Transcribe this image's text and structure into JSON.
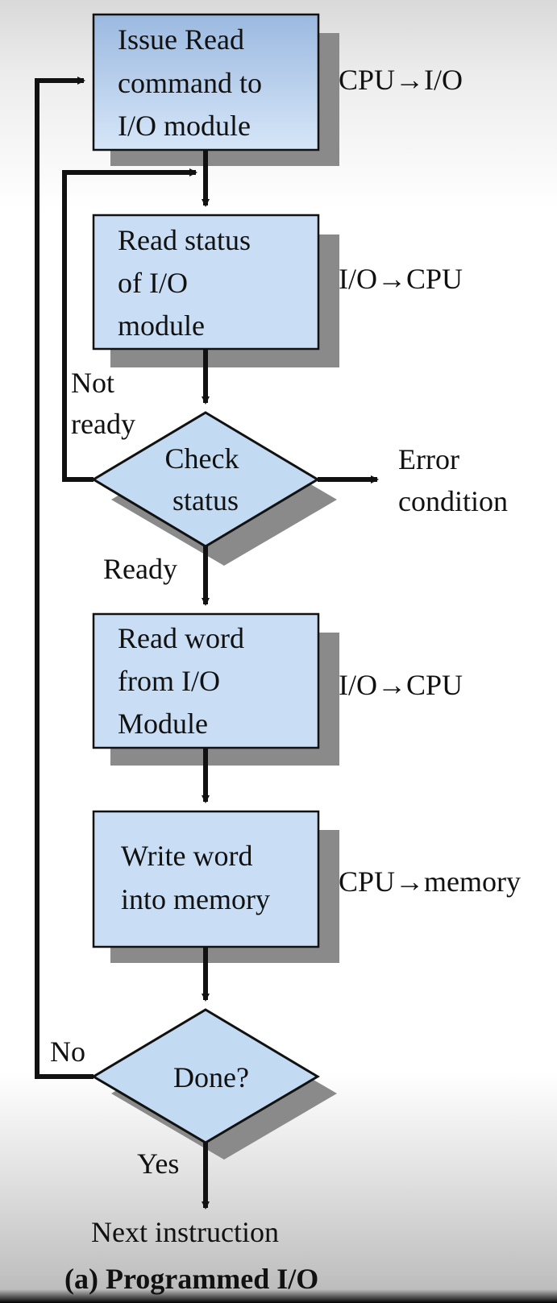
{
  "nodes": {
    "issue_read": {
      "lines": [
        "Issue Read",
        "command to",
        "I/O module"
      ]
    },
    "read_status": {
      "lines": [
        "Read status",
        "of I/O",
        "module"
      ]
    },
    "check_status": {
      "lines": [
        "Check",
        "status"
      ]
    },
    "read_word": {
      "lines": [
        "Read word",
        "from I/O",
        "Module"
      ]
    },
    "write_word": {
      "lines": [
        "Write word",
        "into memory"
      ]
    },
    "done": {
      "lines": [
        "Done?"
      ]
    }
  },
  "transfers": {
    "t1": "CPU→I/O",
    "t2": "I/O→CPU",
    "t3": "I/O→CPU",
    "t4": "CPU→memory"
  },
  "edge_labels": {
    "not_ready": [
      "Not",
      "ready"
    ],
    "ready": "Ready",
    "error": [
      "Error",
      "condition"
    ],
    "no": "No",
    "yes": "Yes"
  },
  "terminal": "Next instruction",
  "caption": "(a) Programmed I/O",
  "colors": {
    "box_top": "#a7c3e6",
    "box_bottom": "#d3e4f8",
    "box_fill": "#c9def5",
    "diamond_fill": "#c3daf3",
    "shadow": "#8a8a8a",
    "line": "#111111"
  }
}
